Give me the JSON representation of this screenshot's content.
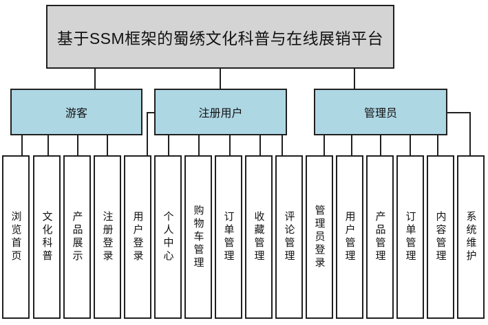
{
  "diagram": {
    "title": "基于SSM框架的蜀绣文化科普与在线展销平台",
    "branches": [
      {
        "label": "游客"
      },
      {
        "label": "注册用户"
      },
      {
        "label": "管理员"
      }
    ],
    "leaves": [
      "浏览首页",
      "文化科普",
      "产品展示",
      "注册登录",
      "用户登录",
      "个人中心",
      "购物车管理",
      "订单管理",
      "收藏管理",
      "评论管理",
      "管理员登录",
      "用户管理",
      "产品管理",
      "订单管理",
      "内容管理",
      "系统维护"
    ],
    "hierarchy": [
      {
        "parent": "基于SSM框架的蜀绣文化科普与在线展销平台",
        "children": [
          "游客",
          "注册用户",
          "管理员"
        ]
      },
      {
        "parent": "游客",
        "children": [
          "浏览首页",
          "文化科普",
          "产品展示",
          "注册登录"
        ]
      },
      {
        "parent": "注册用户",
        "children": [
          "用户登录",
          "个人中心",
          "购物车管理",
          "订单管理",
          "收藏管理",
          "评论管理"
        ]
      },
      {
        "parent": "管理员",
        "children": [
          "管理员登录",
          "用户管理",
          "产品管理",
          "订单管理",
          "内容管理",
          "系统维护"
        ]
      }
    ],
    "colors": {
      "root_fill": "#d4d4d4",
      "branch_fill": "#aed7e4",
      "leaf_fill": "#ffffff",
      "border": "#1f1f1f",
      "connector": "#1f1f1f",
      "background": "#ffffff"
    }
  }
}
